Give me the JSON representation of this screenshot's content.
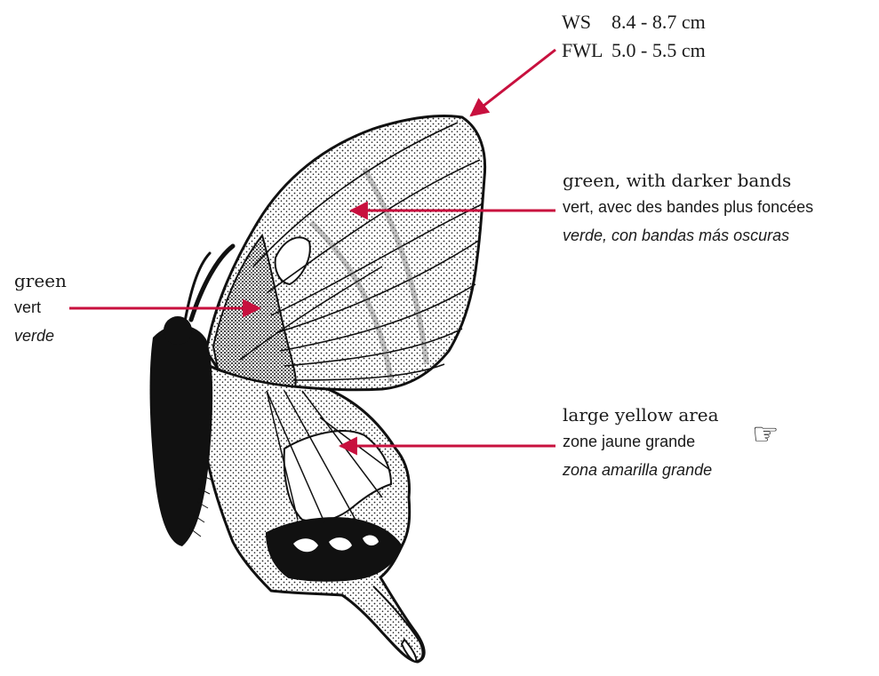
{
  "measurements": {
    "ws_label": "WS",
    "ws_value": "8.4 - 8.7 cm",
    "fwl_label": "FWL",
    "fwl_value": "5.0 - 5.5 cm"
  },
  "annotations": {
    "forewing": {
      "en": "green, with darker bands",
      "fr": "vert, avec des bandes plus foncées",
      "es": "verde, con bandas más oscuras"
    },
    "body": {
      "en": "green",
      "fr": "vert",
      "es": "verde"
    },
    "hindwing": {
      "en": "large yellow area",
      "fr": "zone jaune grande",
      "es": "zona amarilla grande"
    }
  },
  "icons": {
    "pointer": "pointing-hand-icon"
  },
  "colors": {
    "arrow": "#c8103e",
    "ink": "#111111"
  }
}
